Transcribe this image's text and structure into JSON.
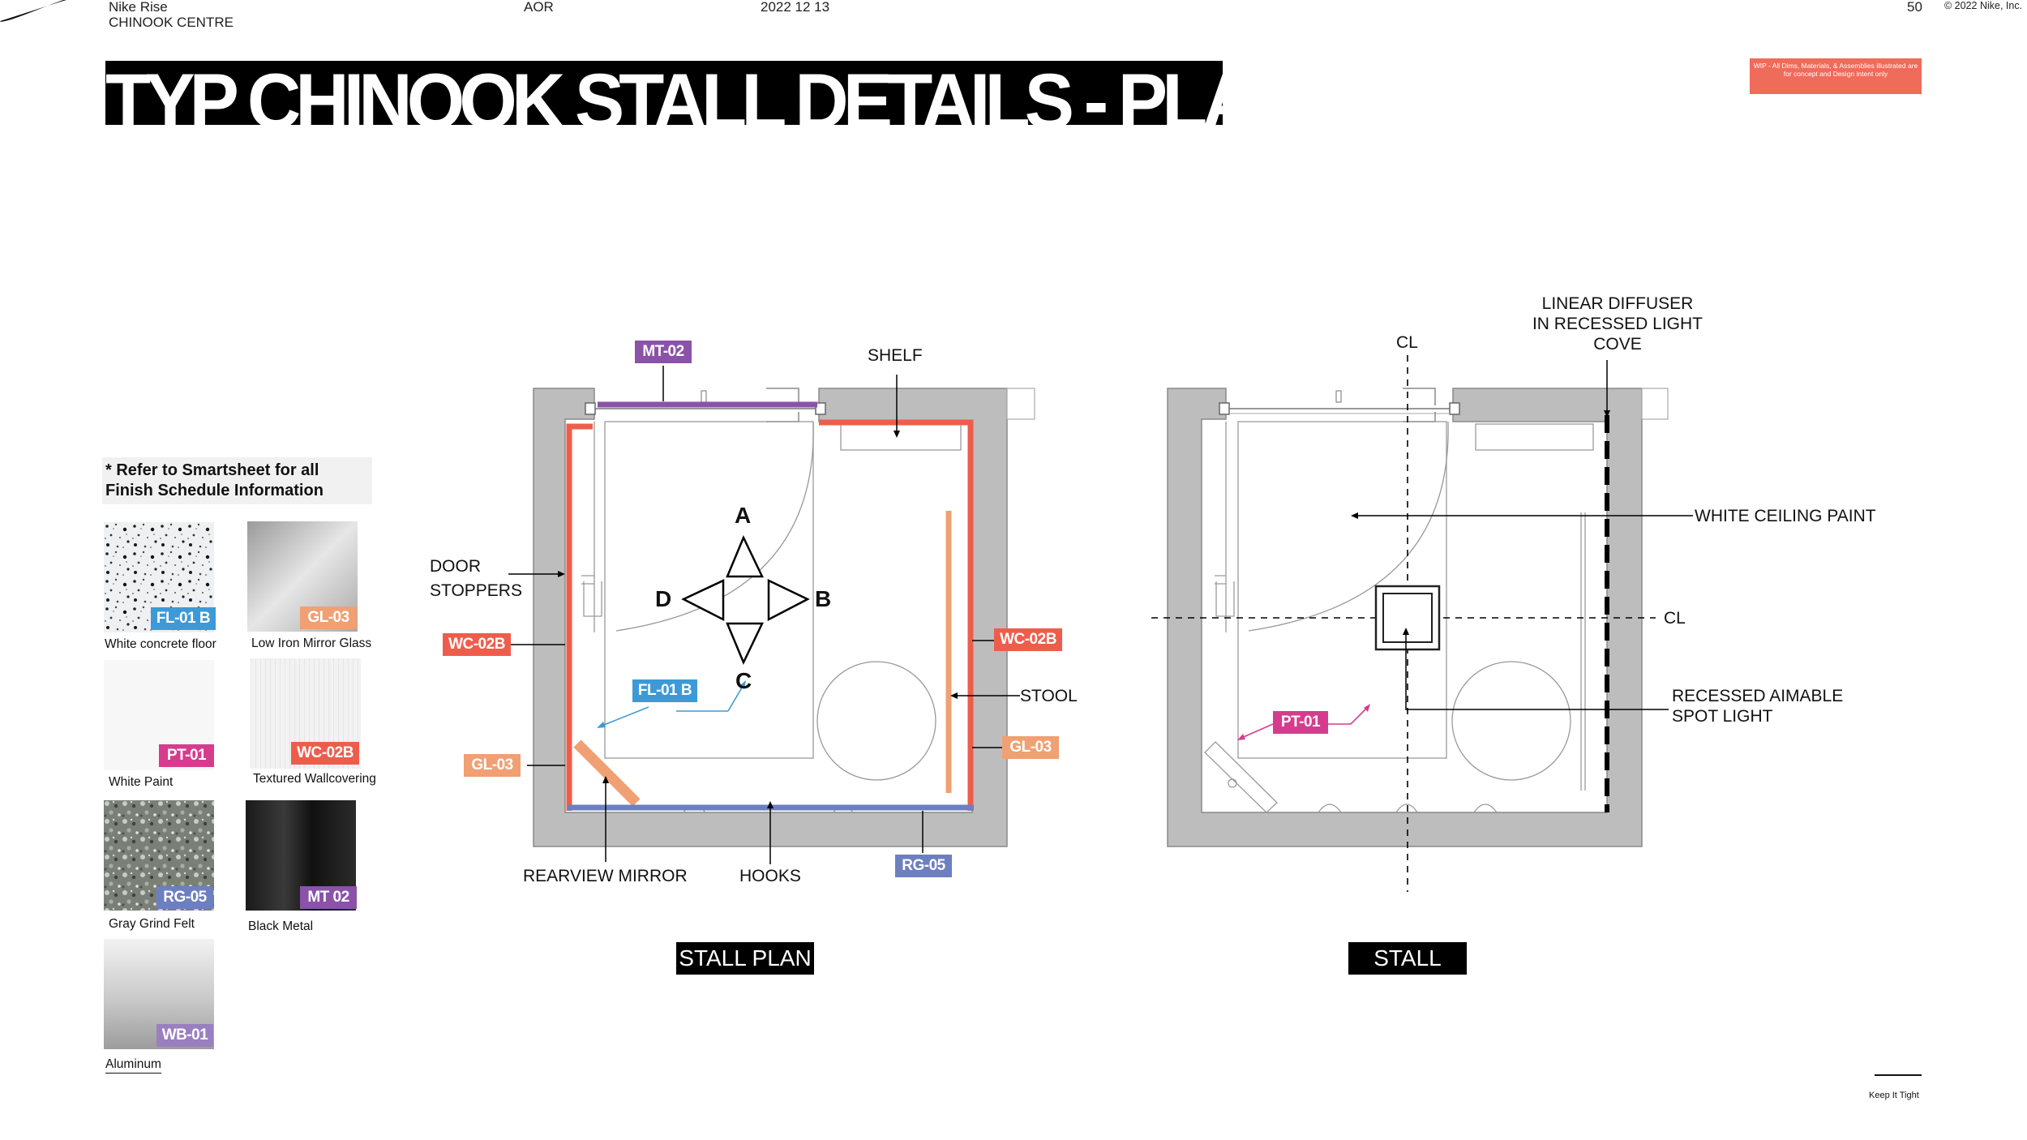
{
  "header": {
    "project_line1": "Nike Rise",
    "project_line2": "CHINOOK CENTRE",
    "aor": "AOR",
    "date": "2022 12 13",
    "page_number": "50",
    "copyright": "© 2022 Nike, Inc."
  },
  "title": "TYP CHINOOK STALL DETAILS - PLANS",
  "wip_note": "WIP - All Dims, Materials, & Assemblies illustrated are for concept and Design intent only",
  "finish_note": "* Refer to Smartsheet for all Finish Schedule Information",
  "swatches": [
    {
      "code": "FL-01 B",
      "name": "White concrete floor",
      "tag_color": "#3d9ad6"
    },
    {
      "code": "GL-03",
      "name": "Low Iron Mirror Glass",
      "tag_color": "#f0a072"
    },
    {
      "code": "PT-01",
      "name": "White Paint",
      "tag_color": "#d63c8e"
    },
    {
      "code": "WC-02B",
      "name": "Textured Wallcovering",
      "tag_color": "#ee5d4c"
    },
    {
      "code": "RG-05",
      "name": "Gray Grind Felt",
      "tag_color": "#6c7fc0"
    },
    {
      "code": "MT 02",
      "name": "Black Metal",
      "tag_color": "#8a53a8"
    },
    {
      "code": "WB-01",
      "name": "Aluminum",
      "tag_color": "#9a7fc0"
    }
  ],
  "stall_plan": {
    "title": "STALL PLAN",
    "labels": {
      "shelf": "SHELF",
      "door_stoppers_1": "DOOR",
      "door_stoppers_2": "STOPPERS",
      "stool": "STOOL",
      "rearview_mirror": "REARVIEW MIRROR",
      "hooks": "HOOKS"
    },
    "compass": {
      "a": "A",
      "b": "B",
      "c": "C",
      "d": "D"
    },
    "tags": {
      "mt02": "MT-02",
      "wc02b_left": "WC-02B",
      "wc02b_right": "WC-02B",
      "gl03_left": "GL-03",
      "gl03_right": "GL-03",
      "fl01b": "FL-01 B",
      "rg05": "RG-05"
    }
  },
  "stall_rcp": {
    "title": "STALL RCP",
    "labels": {
      "cl_top": "CL",
      "cl_right": "CL",
      "diffuser_1": "LINEAR DIFFUSER",
      "diffuser_2": "IN RECESSED LIGHT",
      "diffuser_3": "COVE",
      "ceiling_paint": "WHITE CEILING PAINT",
      "spot_1": "RECESSED AIMABLE",
      "spot_2": "SPOT LIGHT"
    },
    "tags": {
      "pt01": "PT-01"
    }
  },
  "footer": {
    "tagline": "Keep It Tight"
  }
}
